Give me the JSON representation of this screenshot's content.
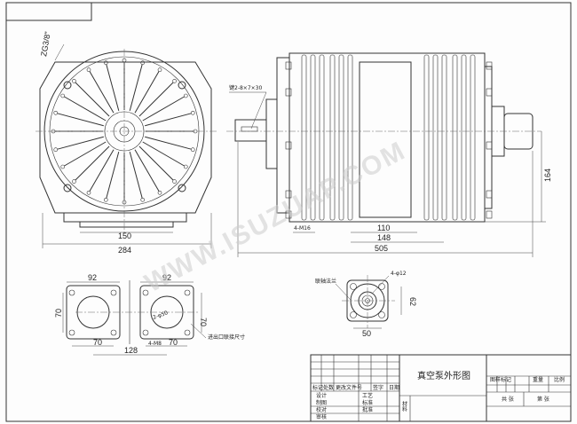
{
  "front_view": {
    "top_label": "ZG3/8\"",
    "dim_150": "150",
    "dim_284": "284"
  },
  "side_view": {
    "key_label": "键2-8×7×30",
    "bolt_label": "4-M16",
    "dim_110": "110",
    "dim_148": "148",
    "dim_505": "505",
    "dim_164": "164"
  },
  "port_views": {
    "dim_92_left": "92",
    "dim_92_right": "92",
    "dim_70_left_v": "70",
    "dim_70_right_v": "70",
    "dim_70_left_h": "70",
    "dim_70_right_h": "70",
    "dim_128": "128",
    "hole_label": "2-φ50",
    "bolt_label": "4-M8",
    "note": "进出口联接尺寸"
  },
  "flange_view": {
    "label": "联轴法兰",
    "holes": "4-φ12",
    "dim_62": "62",
    "dim_50": "50"
  },
  "title_block": {
    "title": "真空泵外形图",
    "header_cols": [
      "标记",
      "处数",
      "更改文件号",
      "签字",
      "日期"
    ],
    "rows_left": [
      "设计",
      "制图",
      "校对",
      "审核"
    ],
    "rows_mid": [
      "工艺",
      "标准",
      "批准"
    ],
    "material": "材料",
    "right_header": [
      "图样标记",
      "重量",
      "比例"
    ],
    "sheet": [
      "共 张",
      "第 张"
    ]
  },
  "watermark": "WWW.ISUZUAP.COM"
}
